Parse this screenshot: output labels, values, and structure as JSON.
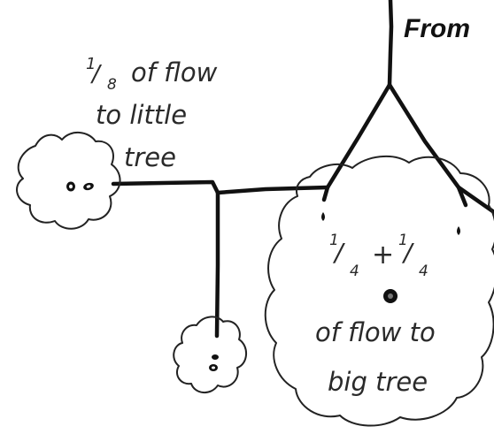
{
  "header": {
    "from_label": "From"
  },
  "little_tree": {
    "fraction_num": "1",
    "fraction_den": "8",
    "line1": "of flow",
    "line2": "to little",
    "line3": "tree"
  },
  "big_tree": {
    "fraction_left_num": "1",
    "fraction_left_den": "4",
    "plus": "+",
    "fraction_right_num": "1",
    "fraction_right_den": "4",
    "line1": "of flow to",
    "line2": "big tree"
  },
  "colors": {
    "ink": "#111111",
    "pencil": "#2a2a2a",
    "background": "#ffffff"
  }
}
